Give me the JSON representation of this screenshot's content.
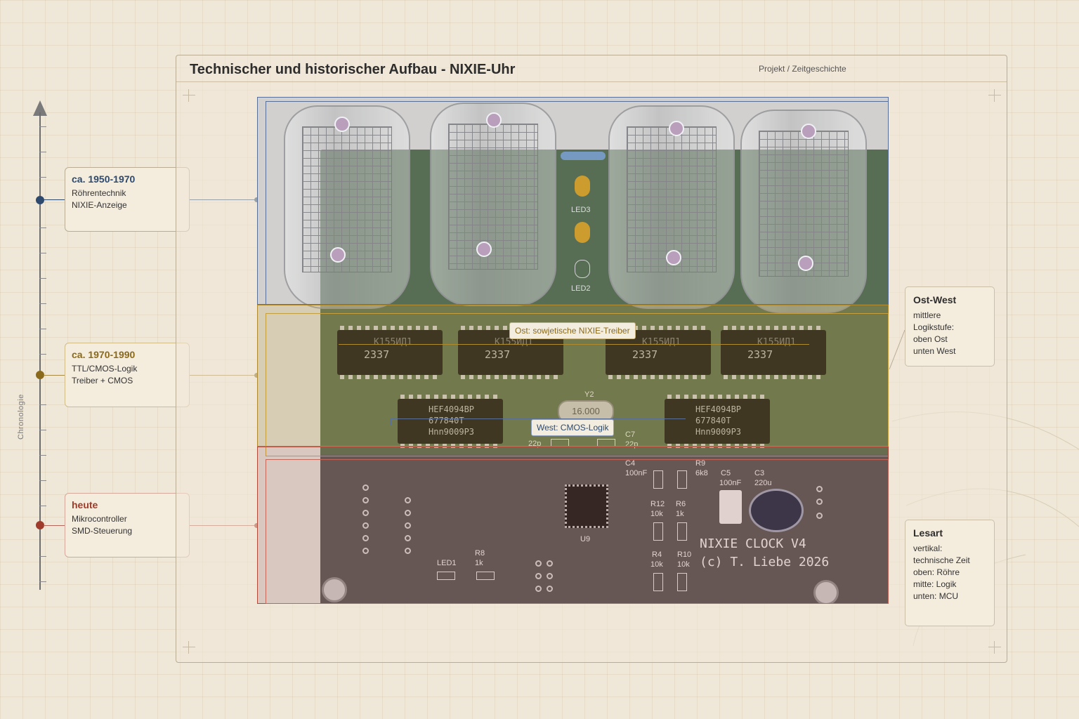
{
  "header": {
    "title": "Technischer und historischer Aufbau - NIXIE-Uhr",
    "breadcrumb": "Projekt / Zeitgeschichte"
  },
  "timeline": {
    "axis_label": "Chronologie",
    "eras": [
      {
        "period": "ca. 1950-1970",
        "lines": [
          "Röhrentechnik",
          "NIXIE-Anzeige"
        ],
        "color": "#2d4a6e"
      },
      {
        "period": "ca. 1970-1990",
        "lines": [
          "TTL/CMOS-Logik",
          "Treiber + CMOS"
        ],
        "color": "#8a6a1a"
      },
      {
        "period": "heute",
        "lines": [
          "Mikrocontroller",
          "SMD-Steuerung"
        ],
        "color": "#a03a2a"
      }
    ]
  },
  "board": {
    "tags": {
      "east": "Ost: sowjetische NIXIE-Treiber",
      "west": "West: CMOS-Logik"
    },
    "east_ic": {
      "line1": "К155ИД1",
      "line2": "2337"
    },
    "west_ic": {
      "line1": "HEF4094BP",
      "line2": "677840T",
      "line3": "Hnn9009P3"
    },
    "silk": {
      "led3": "LED3",
      "led2": "LED2",
      "led1": "LED1",
      "crystal_ref": "Y2",
      "crystal_value": "16.000",
      "c7": "C7",
      "c7_val": "22p",
      "c_left_val": "22p",
      "c4": "C4",
      "c4_val": "100nF",
      "r9": "R9",
      "r9_val": "6k8",
      "c5": "C5",
      "c5_val": "100nF",
      "c3": "C3",
      "c3_val": "220u",
      "r12": "R12",
      "r12_val": "10k",
      "r6": "R6",
      "r6_val": "1k",
      "r4": "R4",
      "r4_val": "10k",
      "r10": "R10",
      "r10_val": "10k",
      "r8": "R8",
      "r8_val": "1k",
      "u9": "U9",
      "brand_line1": "NIXIE CLOCK V4",
      "brand_line2": "(c) T. Liebe 2026"
    }
  },
  "notes": [
    {
      "title": "Ost-West",
      "lines": [
        "mittlere",
        "Logikstufe:",
        "oben Ost",
        "unten West"
      ]
    },
    {
      "title": "Lesart",
      "lines": [
        "vertikal:",
        "technische Zeit",
        "oben: Röhre",
        "mitte: Logik",
        "unten: MCU"
      ]
    }
  ],
  "colors": {
    "era_tube": "#2d4a6e",
    "era_logic": "#8a6a1a",
    "era_mcu": "#a03a2a",
    "background": "#efe7d7"
  }
}
